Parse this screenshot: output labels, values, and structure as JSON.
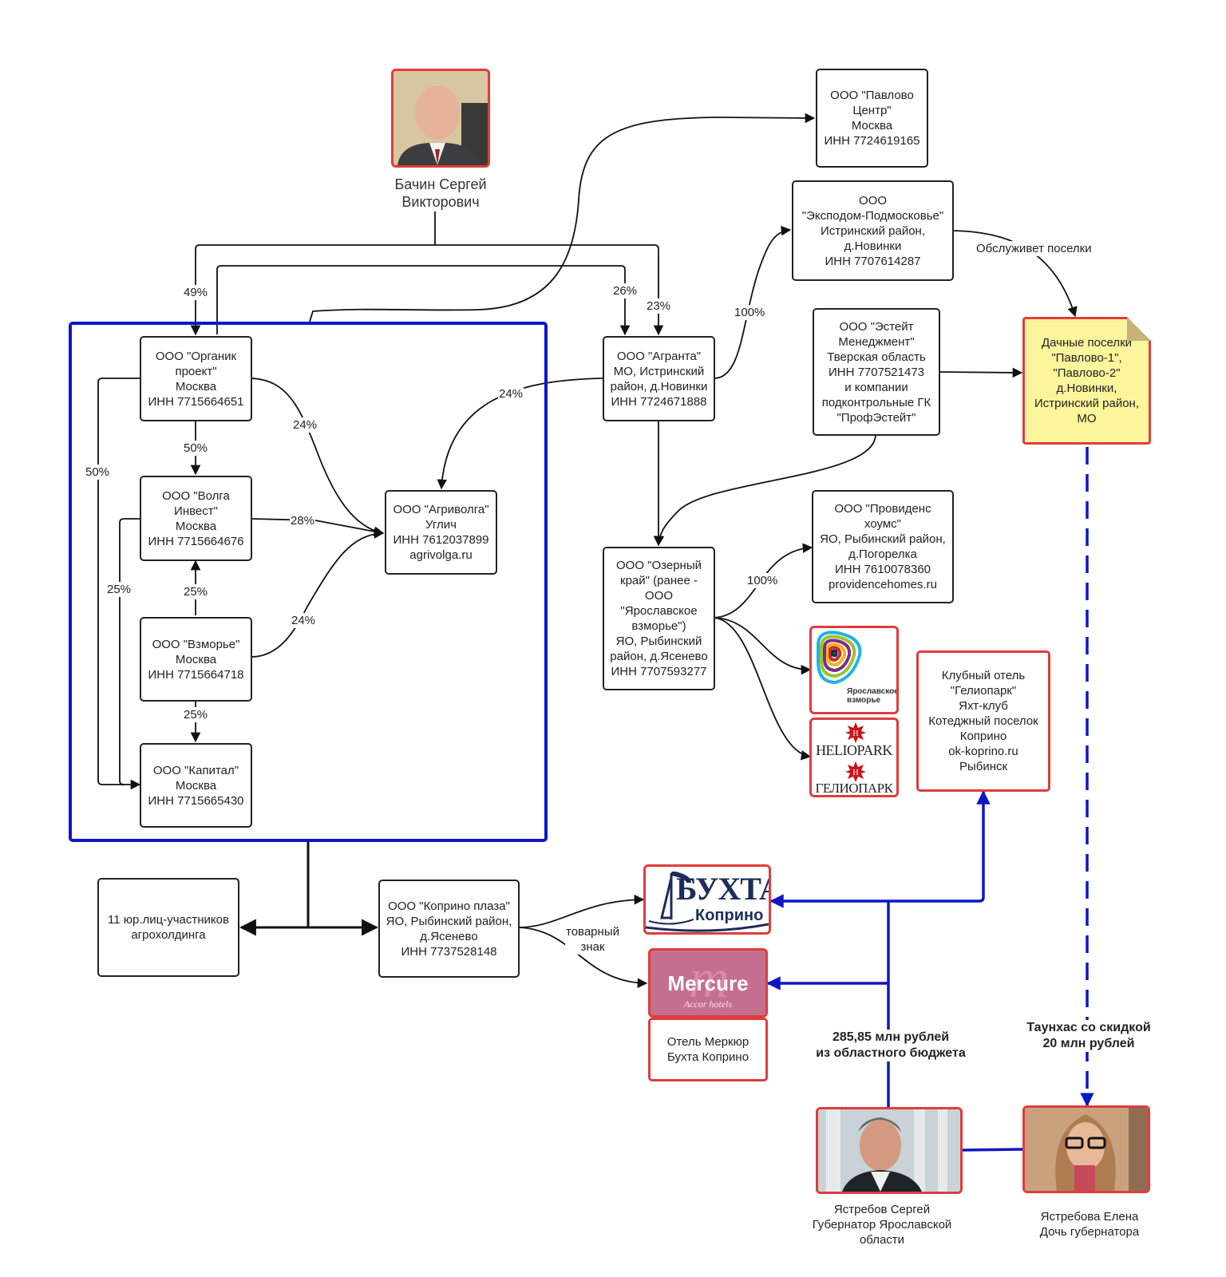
{
  "persons": {
    "bachin": {
      "name": "Бачин Сергей\nВикторович",
      "photo_icon": "man-portrait-photo"
    },
    "yastrebov": {
      "name": "Ястребов Сергей\nГубернатор Ярославской\nобласти",
      "photo_icon": "man-portrait-photo"
    },
    "yastrebova": {
      "name": "Ястребова Елена\nДочь губернатора",
      "photo_icon": "woman-portrait-photo"
    }
  },
  "nodes": {
    "organik": "ООО \"Органик\nпроект\"\nМосква\nИНН 7715664651",
    "volga": "ООО \"Волга\nИнвест\"\nМосква\nИНН 7715664676",
    "vzmorye": "ООО \"Взморье\"\nМосква\nИНН 7715664718",
    "kapital": "ООО \"Капитал\"\nМосква\nИНН 7715665430",
    "agrivolga": "ООО \"Агриволга\"\nУглич\nИНН 7612037899\nagrivolga.ru",
    "agranta": "ООО \"Агранта\"\nМО, Истринский\nрайон, д.Новинки\nИНН 7724671888",
    "pavlovo_centr": "ООО \"Павлово\nЦентр\"\nМосква\nИНН 7724619165",
    "ekspodom": "ООО\n\"Экспoдом-Подмосковье\"\nИстринский район,\nд.Новинки\nИНН 7707614287",
    "esteit": "ООО \"Эстейт\nМенеджмент\"\nТверская область\nИНН 7707521473\nи компании\nподконтрольные ГК\n\"ПрофЭстейт\"",
    "dachnye": "Дачные поселки\n\"Павлово-1\",\n\"Павлово-2\"\nд.Новинки,\nИстринский район,\nМО",
    "ozerny": "ООО \"Озерный\nкрай\" (ранее -\nООО\n\"Ярославское\nвзморье\")\nЯО, Рыбинский\nрайон, д.Ясенево\nИНН 7707593277",
    "providence": "ООО \"Провиденс\nхоумс\"\nЯО, Рыбинский район,\nд.Погорелка\nИНН 7610078360\nprovidencehomes.ru",
    "heliopark_club": "Клубный отель\n\"Гелиопарк\"\nЯхт-клуб\nКотеджный поселок\nКоприно\nok-koprino.ru\nРыбинск",
    "agro11": "11 юр.лиц-участников\nагрохолдинга",
    "koprino_plaza": "ООО \"Коприно плаза\"\nЯО, Рыбинский район,\nд.Ясенево\nИНН 7737528148",
    "mercure_hotel": "Отель Меркюр\nБухта Коприно"
  },
  "logos": {
    "yar_vzmorye": {
      "text": "Ярославское\nвзморье",
      "icon": "yaroslavskoe-vzmorye-logo"
    },
    "heliopark": {
      "latin": "HELIOPARK",
      "cyrillic": "ГЕЛИОПАРК",
      "icon": "heliopark-logo"
    },
    "bukhta": {
      "title": "БУХТА",
      "subtitle": "Коприно",
      "icon": "bukhta-koprino-logo"
    },
    "mercure": {
      "title": "Mercure",
      "subtitle": "Accor hotels",
      "icon": "mercure-logo"
    }
  },
  "edge_labels": {
    "bachin_organik": "49%",
    "bachin_agranta_26": "26%",
    "bachin_agranta_23": "23%",
    "organik_volga": "50%",
    "organik_kapital": "50%",
    "organik_agrivolga": "24%",
    "volga_agrivolga": "28%",
    "volga_kapital": "25%",
    "vzmorye_volga": "25%",
    "vzmorye_kapital": "25%",
    "vzmorye_agrivolga": "24%",
    "agranta_agrivolga": "24%",
    "agranta_ekspodom": "100%",
    "ozerny_providence": "100%",
    "ekspodom_dachnye": "Обслуживет поселки",
    "trademark": "товарный\nзнак"
  },
  "annotations": {
    "budget": "285,85 млн рублей\nиз областного бюджета",
    "townhouse": "Таунхас со скидкой\n20 млн рублей"
  },
  "colors": {
    "accent_blue": "#0d17c4",
    "highlight_red": "#e03c3c",
    "note_yellow": "#fbf59b"
  }
}
